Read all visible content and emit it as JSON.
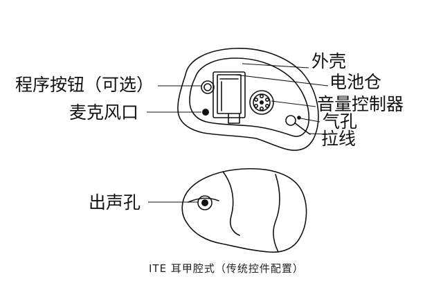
{
  "labels": {
    "shell": "外壳",
    "battery": "电池仓",
    "program_button": "程序按钮（可选）",
    "volume_control": "音量控制器",
    "microphone": "麦克风口",
    "vent": "气孔",
    "pull_line": "拉线",
    "sound_outlet": "出声孔"
  },
  "caption": "ITE 耳甲腔式（传统控件配置）",
  "colors": {
    "line": "#111111",
    "background": "#ffffff"
  }
}
